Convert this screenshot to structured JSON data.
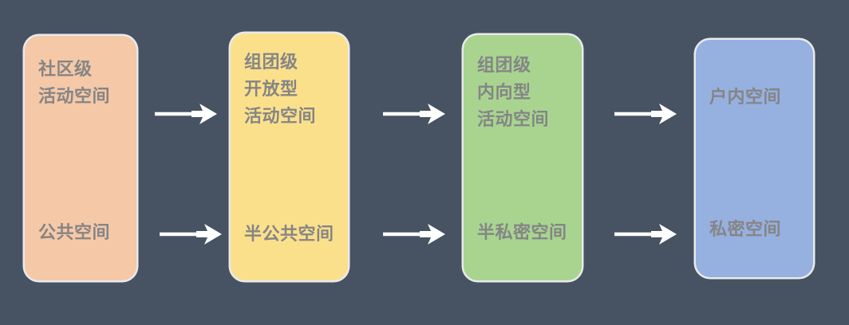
{
  "diagram": {
    "type": "flow-chain",
    "background_color": "#475262",
    "text_color": "#858585",
    "arrow_color": "#ffffff",
    "nodes": [
      {
        "id": "community-level",
        "fill": "#f5c8a8",
        "top_label": "社区级\n活动空间",
        "bottom_label": "公共空间"
      },
      {
        "id": "cluster-open",
        "fill": "#fbe08c",
        "top_label": "组团级\n开放型\n活动空间",
        "bottom_label": "半公共空间"
      },
      {
        "id": "cluster-inward",
        "fill": "#a8d490",
        "top_label": "组团级\n内向型\n活动空间",
        "bottom_label": "半私密空间"
      },
      {
        "id": "indoor",
        "fill": "#96b0e0",
        "top_label": "户内空间",
        "bottom_label": "私密空间"
      }
    ],
    "arrows": [
      {
        "id": "arrow-top-1",
        "from": "community-level",
        "to": "cluster-open",
        "row": "top"
      },
      {
        "id": "arrow-top-2",
        "from": "cluster-open",
        "to": "cluster-inward",
        "row": "top"
      },
      {
        "id": "arrow-top-3",
        "from": "cluster-inward",
        "to": "indoor",
        "row": "top"
      },
      {
        "id": "arrow-bottom-1",
        "from": "community-level",
        "to": "cluster-open",
        "row": "bottom"
      },
      {
        "id": "arrow-bottom-2",
        "from": "cluster-open",
        "to": "cluster-inward",
        "row": "bottom"
      },
      {
        "id": "arrow-bottom-3",
        "from": "cluster-inward",
        "to": "indoor",
        "row": "bottom"
      }
    ]
  }
}
